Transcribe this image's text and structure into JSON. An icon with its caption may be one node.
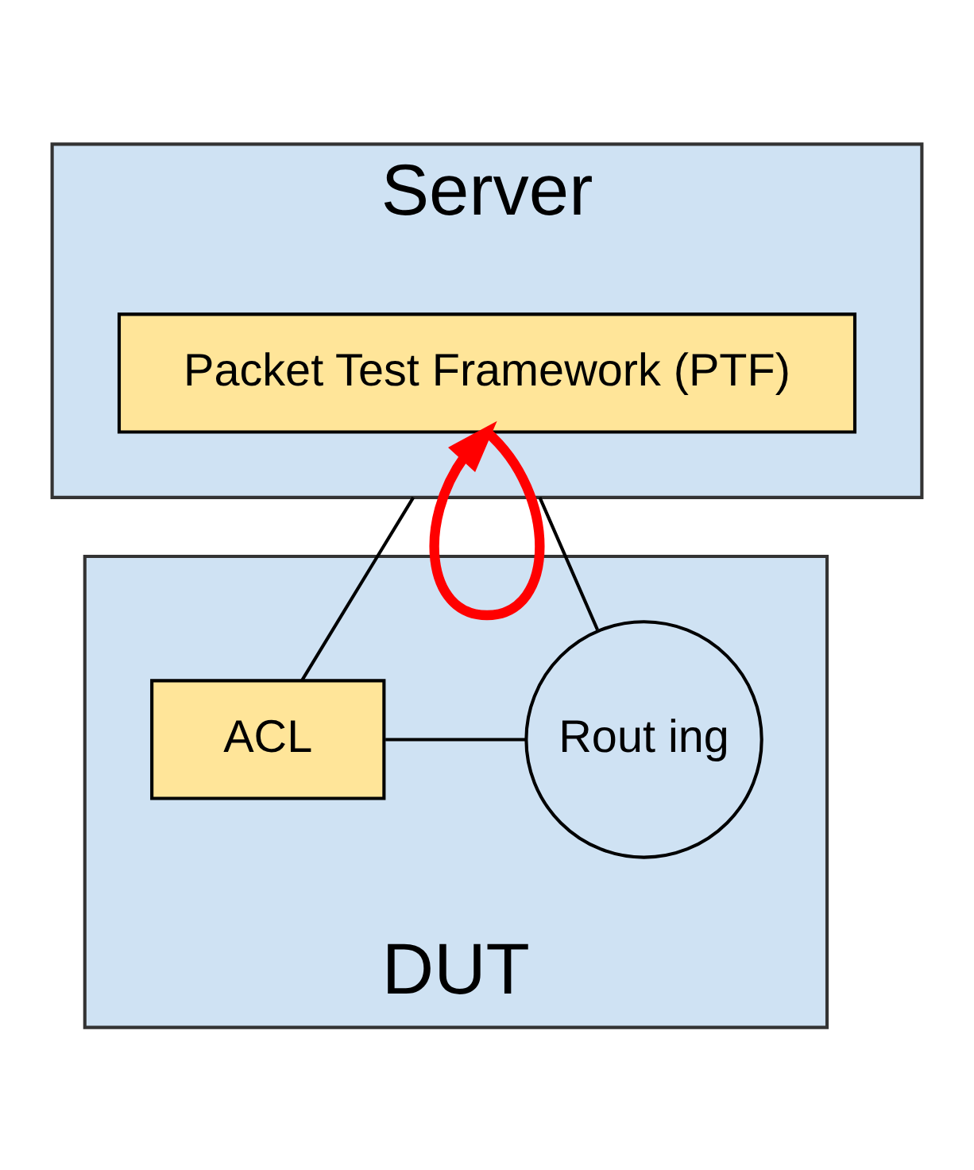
{
  "diagram": {
    "nodes": [
      {
        "text": [
          "Server"
        ]
      },
      {
        "text": [
          "Packet Test Framework (PTF)"
        ],
        "in": 0
      },
      {
        "text": [
          "DUT"
        ]
      },
      {
        "text": [
          "ACL"
        ],
        "in": 2
      },
      {
        "text": [
          "Rout ing"
        ],
        "in": 2
      }
    ],
    "edges": [
      {
        "from": 0,
        "to": 3,
        "arrow": "none"
      },
      {
        "from": 3,
        "to": 4,
        "arrow": "none"
      },
      {
        "from": 4,
        "to": 0,
        "arrow": "none"
      },
      {
        "from": 1,
        "to": 1,
        "arrow": "to",
        "style": "thick",
        "color": "#ff0000"
      }
    ]
  }
}
